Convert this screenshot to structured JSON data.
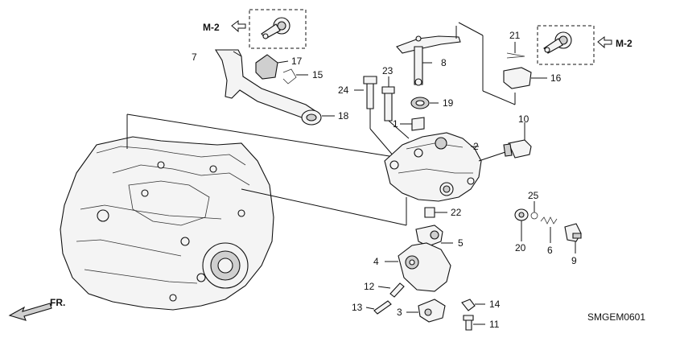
{
  "diagram_id": "SMGEM0601",
  "front_marker": "FR.",
  "ref_left": "M-2",
  "ref_right": "M-2",
  "callouts": [
    "1",
    "2",
    "3",
    "4",
    "5",
    "6",
    "7",
    "8",
    "9",
    "10",
    "11",
    "12",
    "13",
    "14",
    "15",
    "16",
    "17",
    "18",
    "19",
    "20",
    "21",
    "22",
    "23",
    "24",
    "25"
  ]
}
